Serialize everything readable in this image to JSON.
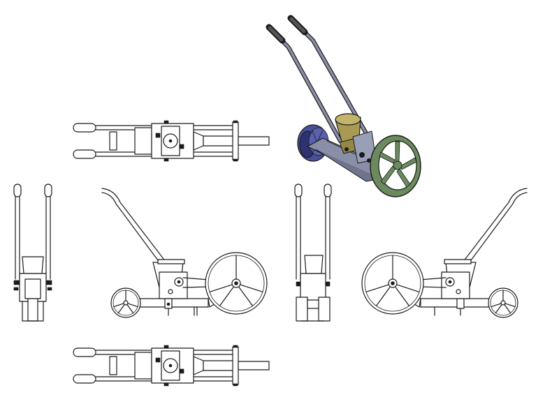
{
  "drawing": {
    "views": [
      {
        "id": "isometric",
        "kind": "shaded-isometric"
      },
      {
        "id": "top",
        "kind": "orthographic-top"
      },
      {
        "id": "front",
        "kind": "orthographic-front"
      },
      {
        "id": "left-side",
        "kind": "orthographic-side"
      },
      {
        "id": "right-side",
        "kind": "orthographic-side"
      },
      {
        "id": "rear",
        "kind": "orthographic-rear"
      },
      {
        "id": "bottom",
        "kind": "orthographic-bottom"
      }
    ],
    "colors": {
      "line": "#1a1a1a",
      "paper": "#ffffff",
      "frame_metal": "#8a8fa8",
      "hopper": "#a89a55",
      "rear_wheel": "#6b8a5e",
      "front_wheel": "#4a4f9a",
      "grip": "#333333"
    }
  }
}
